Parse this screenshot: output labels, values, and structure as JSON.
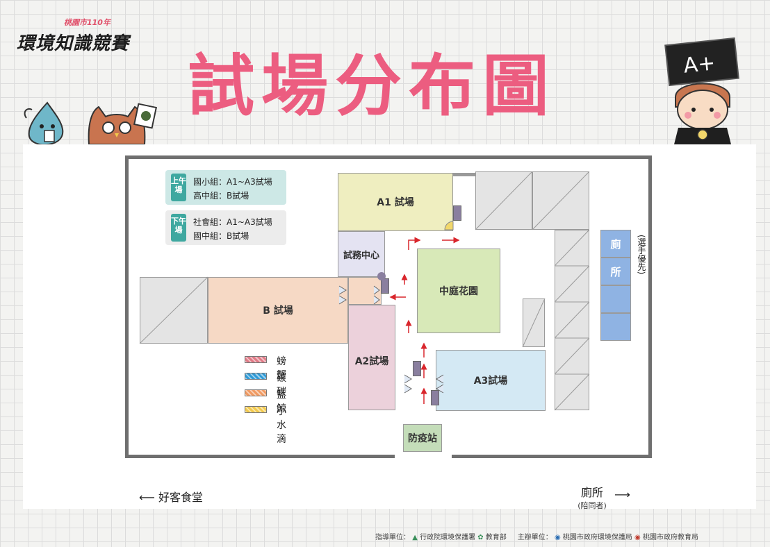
{
  "header": {
    "event_year": "桃園市110年",
    "event_title": "環境知識競賽",
    "main_title": "試場分布圖",
    "board_text": "A+"
  },
  "schedule": {
    "morning": {
      "tag": "上午場",
      "lines": [
        "國小組：A1~A3試場",
        "高中組：B試場"
      ]
    },
    "afternoon": {
      "tag": "下午場",
      "lines": [
        "社會組：A1~A3試場",
        "國中組：B試場"
      ]
    }
  },
  "rooms": {
    "a1": "A1 試場",
    "office": "試務中心",
    "courtyard": "中庭花園",
    "b": "B 試場",
    "a2": "A2試場",
    "a3": "A3試場",
    "checkpoint": "防疫站",
    "restroom_char1": "廁",
    "restroom_char2": "所",
    "restroom_note": "(選手優先)"
  },
  "legend": [
    {
      "label": "螃蟹",
      "color": "#e07a86"
    },
    {
      "label": "碳碳",
      "color": "#2f9ad6"
    },
    {
      "label": "藍鯨",
      "color": "#f09a62"
    },
    {
      "label": "小水滴",
      "color": "#f2c94c"
    }
  ],
  "directions": {
    "cafeteria": "好客食堂",
    "restroom": "廁所",
    "restroom_sub": "(陪同者)"
  },
  "footer": {
    "guide_label": "指導單位：",
    "guide_org1": "行政院環境保護署",
    "guide_org2": "教育部",
    "host_label": "主辦單位：",
    "host_org1": "桃園市政府環境保護局",
    "host_org2": "桃園市政府教育局"
  },
  "colors": {
    "title_pink": "#ec5d80",
    "room_a1": "#efeec0",
    "room_b": "#f6d9c5",
    "room_a2": "#ecd1db",
    "room_a3": "#d4e9f4",
    "courtyard": "#d8e9b8",
    "office": "#e4e3f2",
    "restroom": "#8fb3e3",
    "checkpoint": "#c4ddb9",
    "flow_arrow": "#d9262c",
    "morning_box": "#cde8e6",
    "morning_tag": "#3fa8a0",
    "afternoon_box": "#ececec",
    "afternoon_tag": "#3fa8a0"
  }
}
